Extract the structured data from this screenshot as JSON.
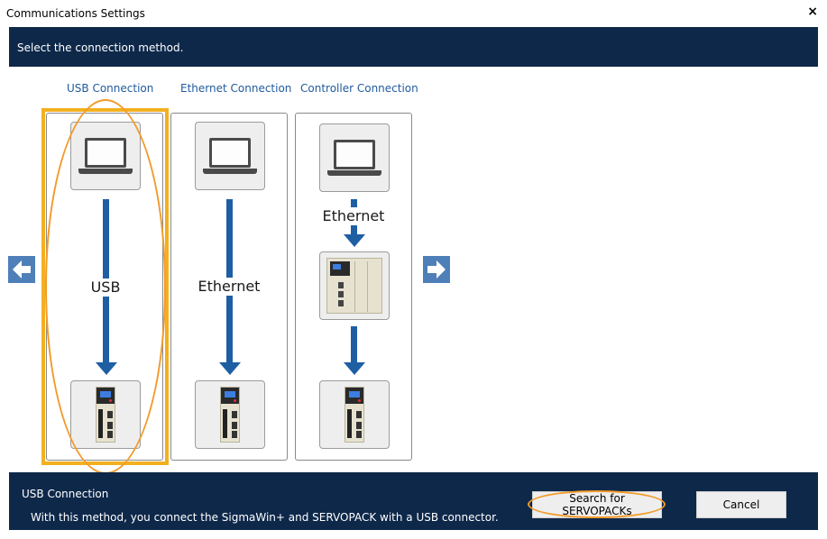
{
  "window": {
    "title": "Communications Settings",
    "close_glyph": "×"
  },
  "header": {
    "instruction": "Select the connection method."
  },
  "tabs": [
    {
      "label": "USB Connection"
    },
    {
      "label": "Ethernet Connection"
    },
    {
      "label": "Controller Connection"
    }
  ],
  "panels": {
    "usb": {
      "link_label": "USB",
      "selected": true
    },
    "ethernet": {
      "link_label": "Ethernet"
    },
    "controller": {
      "link_label": "Ethernet"
    }
  },
  "footer": {
    "title": "USB Connection",
    "description": "With this method, you connect the SigmaWin+ and SERVOPACK with a USB connector."
  },
  "buttons": {
    "search": "Search for SERVOPACKs",
    "cancel": "Cancel"
  },
  "icons": {
    "prev": "arrow-left-icon",
    "next": "arrow-right-icon",
    "close": "close-icon",
    "laptop": "laptop-icon",
    "servopack": "servopack-icon",
    "controller": "controller-icon"
  },
  "colors": {
    "band": "#0e284a",
    "link": "#1f5a9e",
    "arrow": "#1e5fa4",
    "selection": "#f3b01f",
    "highlight": "#f39a2a",
    "nav": "#4e7fb8"
  }
}
